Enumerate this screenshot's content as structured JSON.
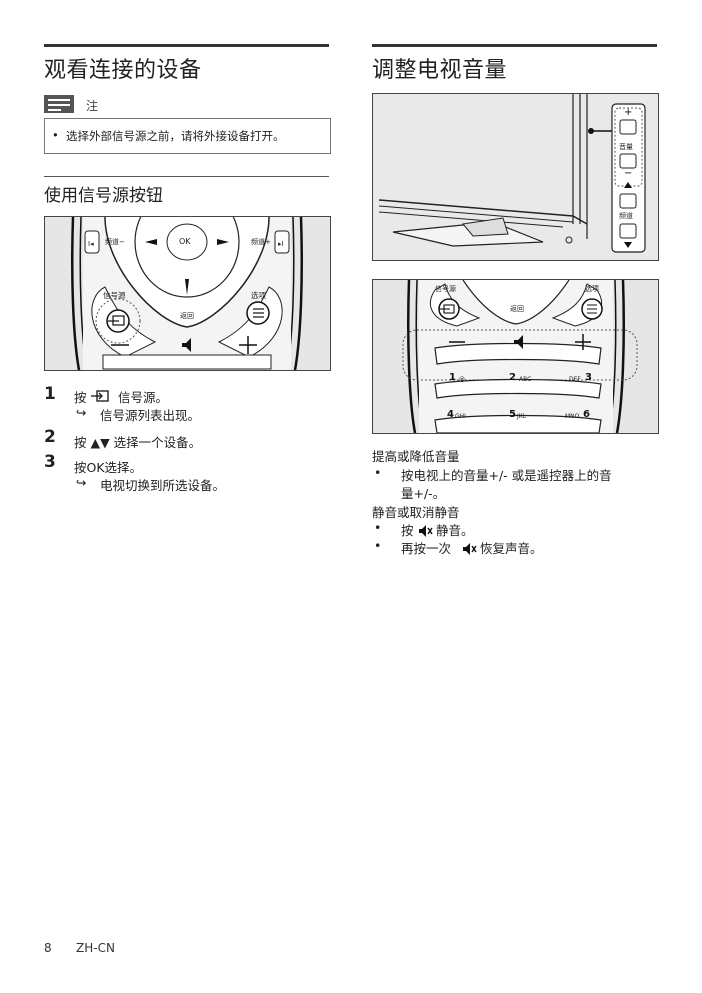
{
  "left": {
    "title": "观看连接的设备",
    "note": {
      "label": "注",
      "bullet": "•",
      "text": "选择外部信号源之前，请将外接设备打开。"
    },
    "section_title": "使用信号源按钮",
    "remote": {
      "prev_label": "频道−",
      "next_label": "频道+",
      "ok_label": "OK",
      "source_label": "信号源",
      "back_label": "返回",
      "options_label": "选项",
      "minus": "−",
      "plus": "+"
    },
    "steps": [
      {
        "num": "1",
        "prefix": "按",
        "icon": "source-icon",
        "suffix": "信号源。",
        "result": "信号源列表出现。"
      },
      {
        "num": "2",
        "text": "按 ▲▼ 选择一个设备。"
      },
      {
        "num": "3",
        "text": "按OK选择。",
        "result": "电视切换到所选设备。"
      }
    ],
    "arrow": "↪"
  },
  "right": {
    "title": "调整电视音量",
    "tv_panel": {
      "plus": "+",
      "volume_label": "音量",
      "minus": "−",
      "channel_label": "频道"
    },
    "remote": {
      "source_label": "信号源",
      "back_label": "返回",
      "options_label": "选项",
      "minus": "−",
      "plus": "+",
      "key1": "1",
      "key1_sub": ".@",
      "key2": "2",
      "key2_sub": "ABC",
      "key3": "3",
      "key3_sub": "DEF",
      "key4": "4",
      "key4_sub": "GHI",
      "key5": "5",
      "key5_sub": "JKL",
      "key6": "6",
      "key6_sub": "MNO"
    },
    "para1": "提高或降低音量",
    "bullet1_line1": "按电视上的音量+/- 或是遥控器上的音",
    "bullet1_line2": "量+/-。",
    "para2": "静音或取消静音",
    "bullet2_prefix": "按",
    "bullet2_suffix": "静音。",
    "bullet3_prefix": "再按一次",
    "bullet3_suffix": "恢复声音。",
    "bullet_mark": "•"
  },
  "footer": {
    "page": "8",
    "lang": "ZH-CN"
  }
}
